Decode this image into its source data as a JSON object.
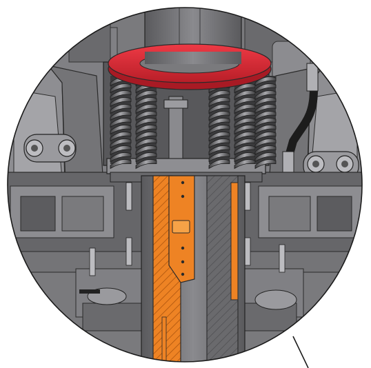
{
  "illustration": {
    "subject": "cutaway-detail-of-crusher-mainshaft-and-spring-assembly",
    "colors": {
      "background": "#ffffff",
      "machine_dark": "#4f4f51",
      "machine_mid": "#6d6d70",
      "machine_light": "#8e8e92",
      "machine_highlight": "#b3b3b7",
      "accent_ring": "#d62631",
      "accent_ring_light": "#ee3a45",
      "highlight_part": "#ee8324",
      "highlight_part_light": "#f6a247",
      "outline": "#1a1a1a"
    },
    "icons": [
      "detail-circle-frame",
      "leader-line"
    ]
  }
}
